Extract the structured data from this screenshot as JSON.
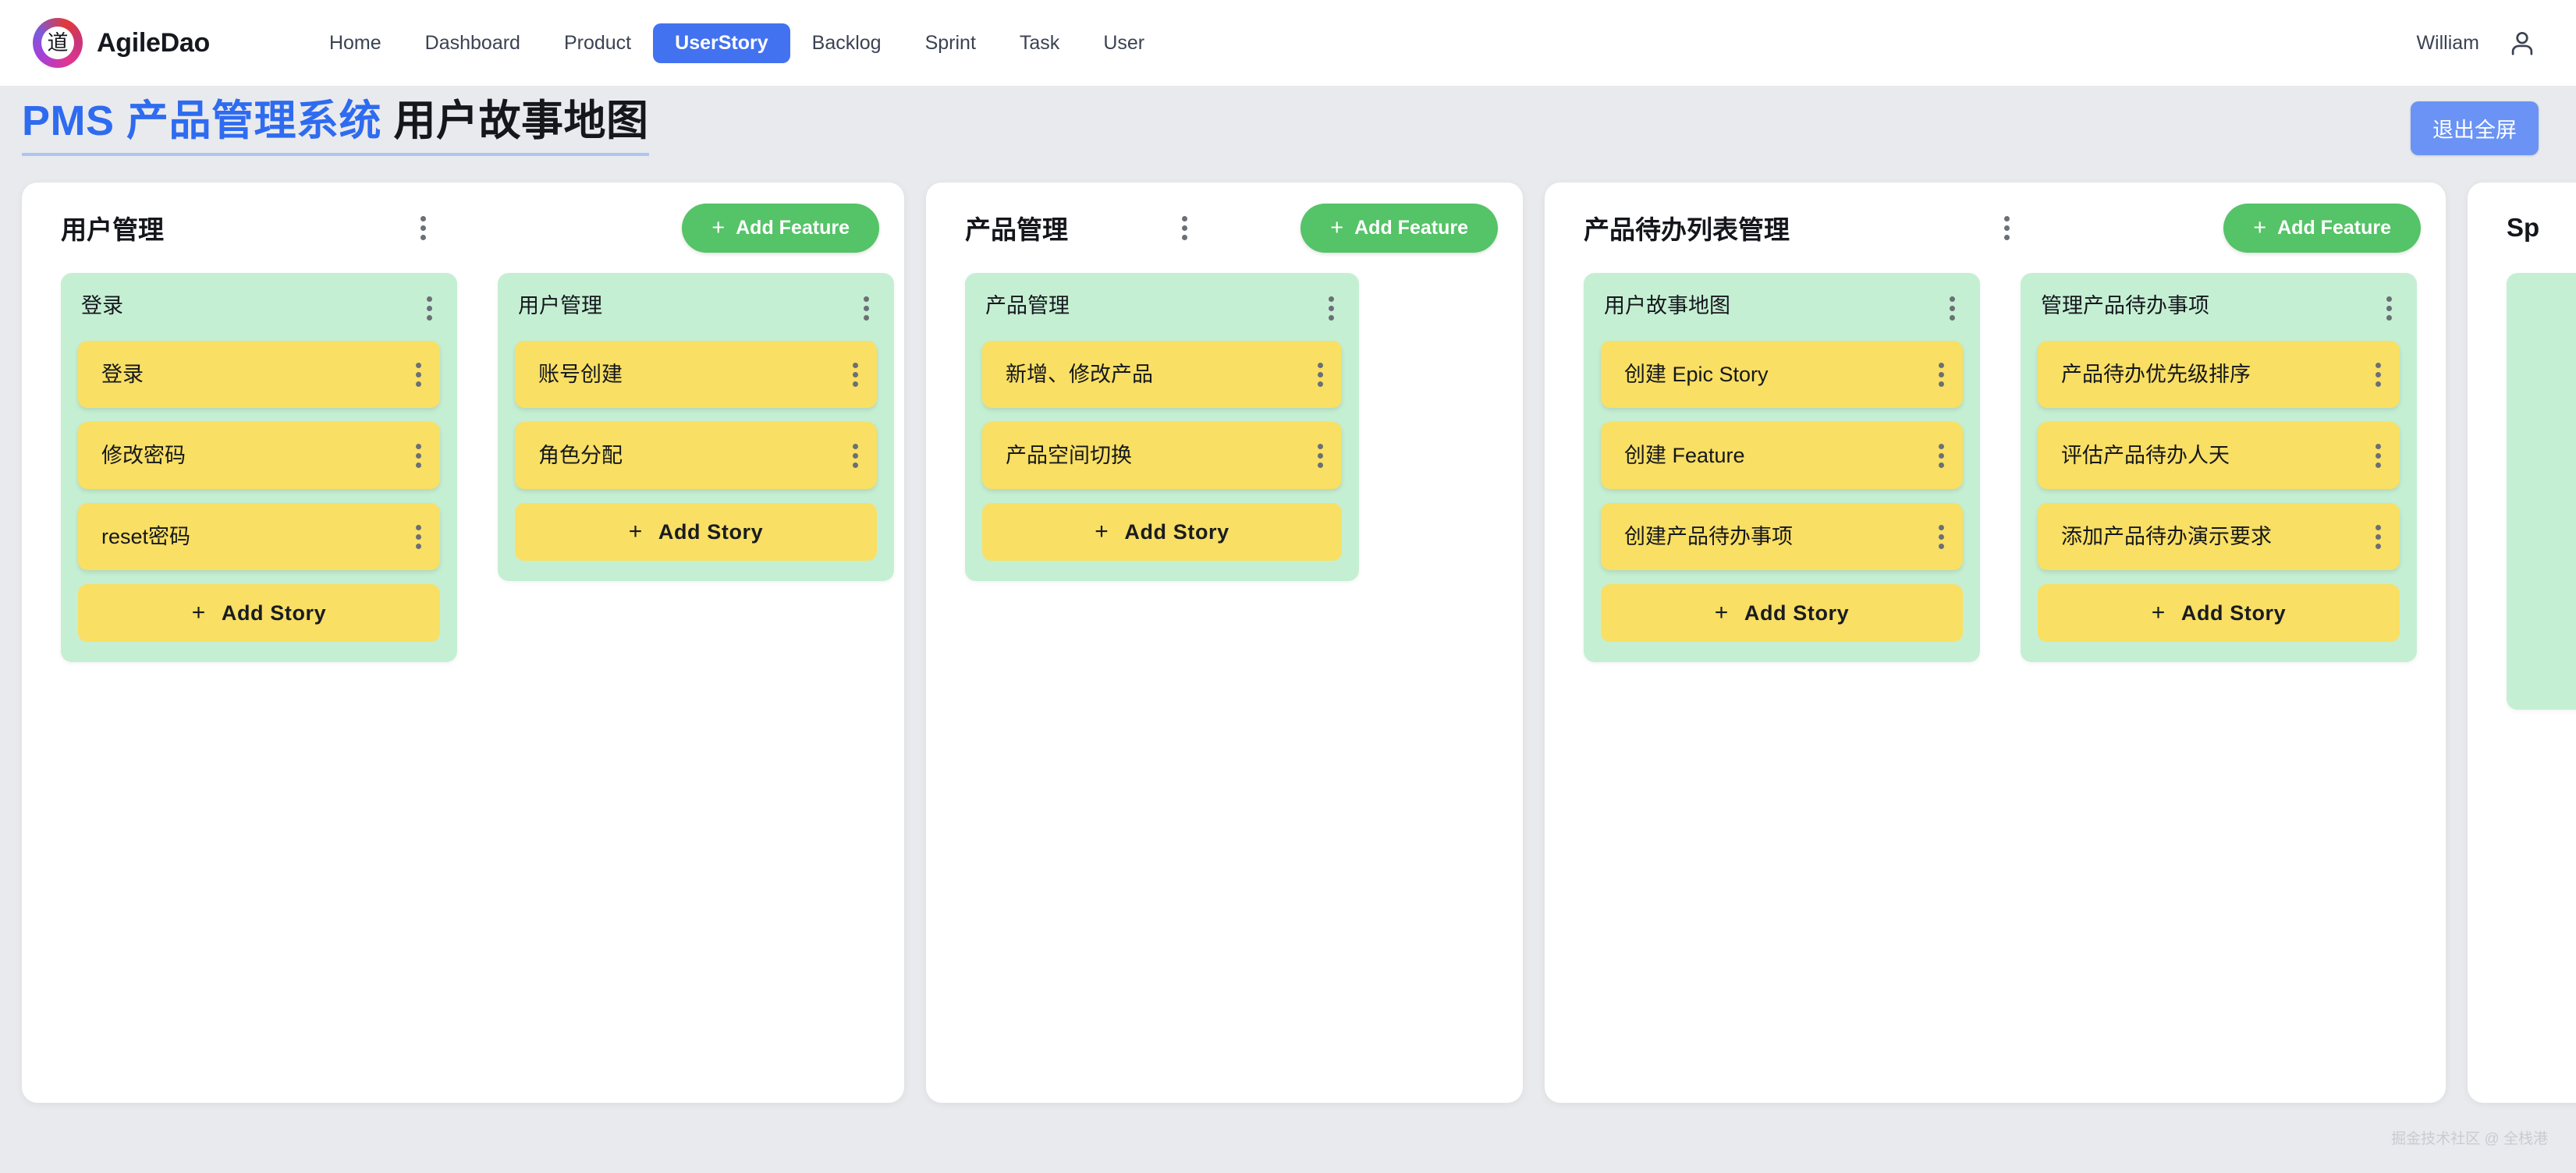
{
  "navbar": {
    "logo_glyph": "道",
    "brand_name": "AgileDao",
    "links": [
      {
        "label": "Home",
        "active": false
      },
      {
        "label": "Dashboard",
        "active": false
      },
      {
        "label": "Product",
        "active": false
      },
      {
        "label": "UserStory",
        "active": true
      },
      {
        "label": "Backlog",
        "active": false
      },
      {
        "label": "Sprint",
        "active": false
      },
      {
        "label": "Task",
        "active": false
      },
      {
        "label": "User",
        "active": false
      }
    ],
    "user_name": "William"
  },
  "titlebar": {
    "title_primary": "PMS 产品管理系统",
    "title_secondary": "用户故事地图",
    "exit_fullscreen_label": "退出全屏"
  },
  "labels": {
    "add_feature": "Add Feature",
    "add_story": "Add Story",
    "plus": "+"
  },
  "colors": {
    "accent_blue": "#4272f0",
    "button_blue": "#6a93f5",
    "feature_green": "#c5efd3",
    "add_feature_green": "#55c367",
    "story_yellow": "#f9df63",
    "page_bg": "#e9eaed",
    "title_blue": "#2e6bf0"
  },
  "board": {
    "columns": [
      {
        "title": "用户管理",
        "features": [
          {
            "title": "登录",
            "stories": [
              "登录",
              "修改密码",
              "reset密码"
            ]
          },
          {
            "title": "用户管理",
            "stories": [
              "账号创建",
              "角色分配"
            ]
          }
        ]
      },
      {
        "title": "产品管理",
        "features": [
          {
            "title": "产品管理",
            "stories": [
              "新增、修改产品",
              "产品空间切换"
            ]
          }
        ]
      },
      {
        "title": "产品待办列表管理",
        "features": [
          {
            "title": "用户故事地图",
            "stories": [
              "创建 Epic Story",
              "创建 Feature",
              "创建产品待办事项"
            ]
          },
          {
            "title": "管理产品待办事项",
            "stories": [
              "产品待办优先级排序",
              "评估产品待办人天",
              "添加产品待办演示要求"
            ]
          }
        ]
      },
      {
        "title": "Sp",
        "features": [
          {
            "title": "",
            "stories": []
          }
        ]
      }
    ]
  },
  "watermark": "掘金技术社区 @ 全栈港"
}
